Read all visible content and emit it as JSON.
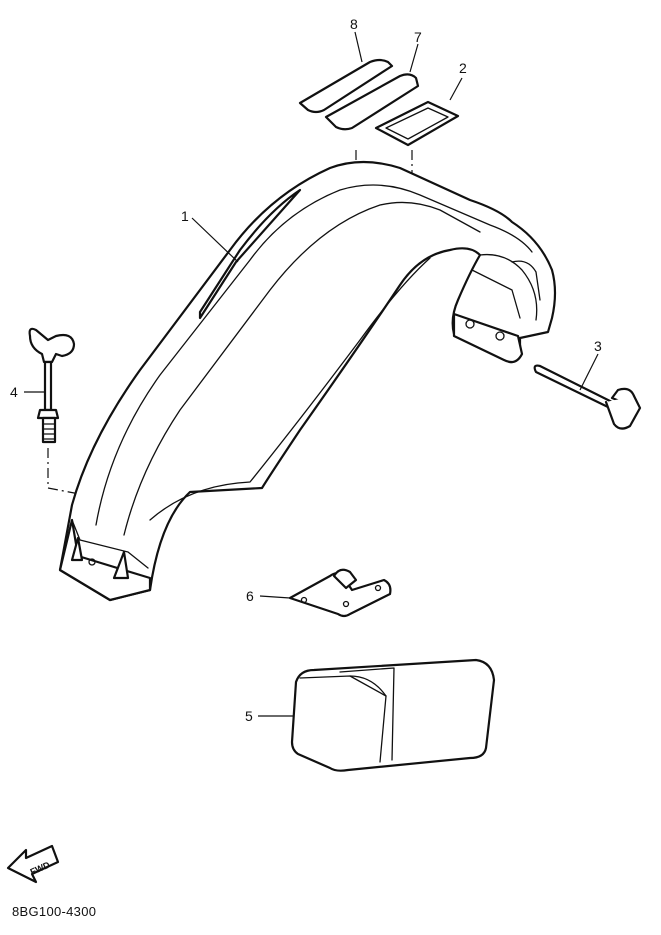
{
  "diagram_code": "8BG100-4300",
  "fwd_label": "FWD",
  "callouts": [
    {
      "id": "1",
      "label": "1"
    },
    {
      "id": "2",
      "label": "2"
    },
    {
      "id": "3",
      "label": "3"
    },
    {
      "id": "4",
      "label": "4"
    },
    {
      "id": "5",
      "label": "5"
    },
    {
      "id": "6",
      "label": "6"
    },
    {
      "id": "7",
      "label": "7"
    },
    {
      "id": "8",
      "label": "8"
    }
  ],
  "colors": {
    "line": "#111111",
    "background": "#ffffff"
  }
}
